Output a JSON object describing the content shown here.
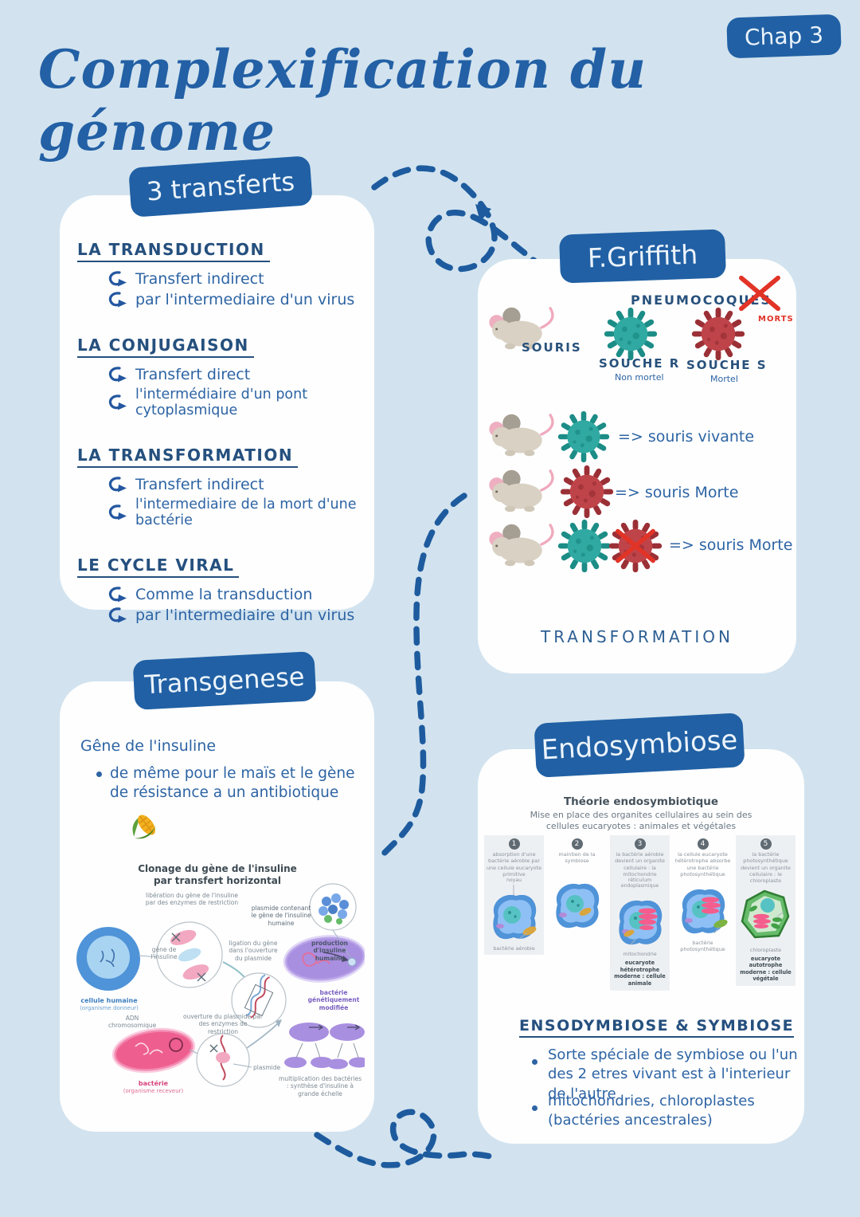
{
  "page": {
    "title": "Complexification du génome",
    "chapter_badge": "Chap 3"
  },
  "transfers": {
    "badge": "3 transferts",
    "sections": [
      {
        "heading": "LA TRANSDUCTION",
        "item1": "Transfert indirect",
        "item2": "par l'intermediaire d'un virus"
      },
      {
        "heading": "LA CONJUGAISON",
        "item1": "Transfert direct",
        "item2": "l'intermédiaire d'un pont cytoplasmique"
      },
      {
        "heading": "LA TRANSFORMATION",
        "item1": "Transfert indirect",
        "item2": "l'intermediaire de la mort d'une bactérie"
      },
      {
        "heading": "LE CYCLE VIRAL",
        "item1": "Comme la transduction",
        "item2": "par l'intermediaire d'un virus"
      }
    ]
  },
  "griffith": {
    "badge": "F.Griffith",
    "pneumocoques_label": "PNEUMOCOQUES",
    "morts_label": "MORTS",
    "souris_label": "SOURIS",
    "souche_r_label": "SOUCHE R",
    "souche_r_sub": "Non mortel",
    "souche_s_label": "SOUCHE S",
    "souche_s_sub": "Mortel",
    "row1_result": "=> souris vivante",
    "row2_result": "=> souris Morte",
    "row3_result": "=> souris Morte",
    "footer": "TRANSFORMATION"
  },
  "transgenese": {
    "badge": "Transgenese",
    "intro": "Gêne de l'insuline",
    "bullet": "de même pour le maïs et le gène de résistance a un antibiotique",
    "diagram": {
      "title_line1": "Clonage du gène de l'insuline",
      "title_line2": "par transfert horizontal",
      "labels": {
        "liberation": "libération du gène de l'insuline par des enzymes de restriction",
        "cellule_humaine": "cellule humaine",
        "organisme_donneur": "(organisme donneur)",
        "gene_insuline": "gène de l'insuline",
        "ligation": "ligation du gène dans l'ouverture du plasmide",
        "plasmide_contenant": "plasmide contenant le gène de l'insuline humaine",
        "production": "production d'insuline humaine",
        "bacterie_modifiee": "bactérie génétiquement modifiée",
        "adn": "ADN chromosomique",
        "ouverture": "ouverture du plasmide par des enzymes de restriction",
        "bacterie": "bactérie",
        "organisme_receveur": "(organisme receveur)",
        "plasmide": "plasmide",
        "multiplication": "multiplication des bactéries : synthèse d'insuline à grande échelle"
      }
    }
  },
  "endosymbiose": {
    "badge": "Endosymbiose",
    "theory_title": "Théorie endosymbiotique",
    "theory_sub": "Mise en place des organites cellulaires au sein des cellules eucaryotes : animales et végétales",
    "steps": [
      {
        "num": "1",
        "text": "absorption d'une bactérie aérobie par une cellule eucaryote primitive",
        "inner": "noyau",
        "label": "bactérie aérobie",
        "footer": ""
      },
      {
        "num": "2",
        "text": "maintien de la symbiose",
        "inner": "",
        "label": "",
        "footer": ""
      },
      {
        "num": "3",
        "text": "la bactérie aérobie devient un organite cellulaire : la mitochondrie",
        "inner": "réticulum endoplasmique",
        "label": "mitochondrie",
        "footer": "eucaryote hétérotrophe moderne : cellule animale"
      },
      {
        "num": "4",
        "text": "la cellule eucaryote hétérotrophe absorbe une bactérie photosynthétique",
        "inner": "",
        "label": "bactérie photosynthétique",
        "footer": ""
      },
      {
        "num": "5",
        "text": "la bactérie photosynthétique devient un organite cellulaire : le chloroplaste",
        "inner": "",
        "label": "chloroplaste",
        "footer": "eucaryote autotrophe moderne : cellule végétale"
      }
    ],
    "section_heading": "ENSODYMBIOSE  &  SYMBIOSE",
    "bullet1": "Sorte spéciale de symbiose ou l'un des 2 etres vivant est à l'interieur de l'autre",
    "bullet2": "mitochondries, chloroplastes (bactéries ancestrales)"
  },
  "colors": {
    "background": "#d2e3ef",
    "badge_blue": "#2160a4",
    "text_blue": "#2d64a4",
    "heading_navy": "#25507e",
    "alert_red": "#e23327",
    "virus_teal": "#2fa9a1",
    "virus_red": "#bf4449"
  }
}
